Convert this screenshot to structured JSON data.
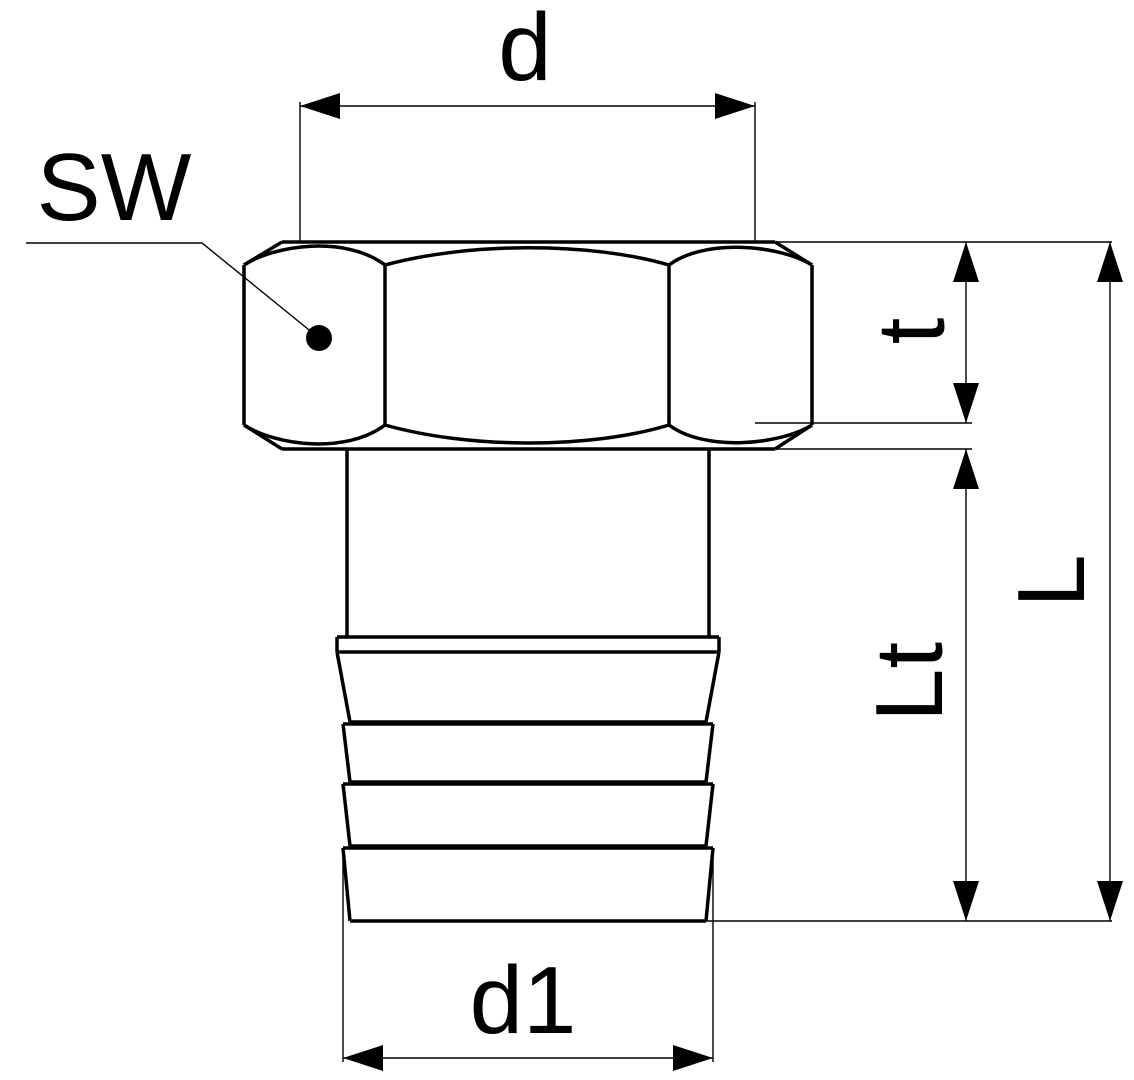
{
  "labels": {
    "d": "d",
    "d1": "d1",
    "sw": "SW",
    "t": "t",
    "lt": "Lt",
    "l": "L"
  }
}
